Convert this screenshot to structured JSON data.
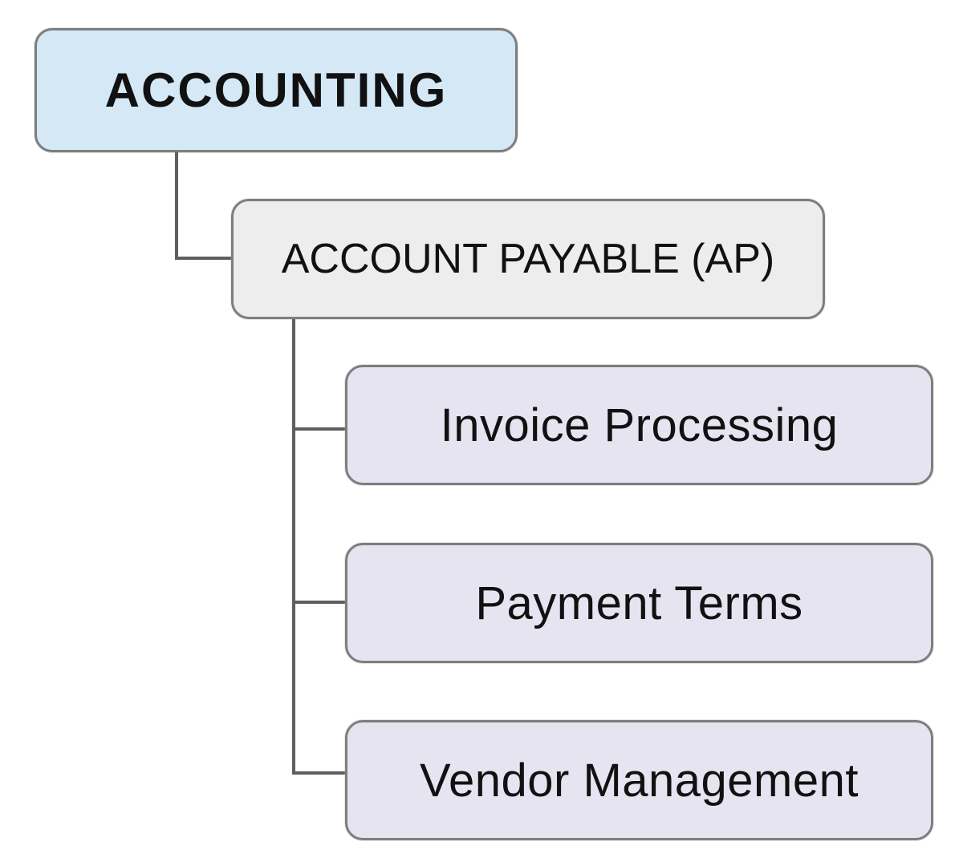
{
  "diagram": {
    "type": "hierarchy",
    "title": "ACCOUNTING",
    "nodes": [
      {
        "id": "accounting",
        "label": "ACCOUNTING",
        "level": 1,
        "parent": null,
        "fill": "#d4e8f6",
        "emphasis": "bold"
      },
      {
        "id": "account-payable",
        "label": "ACCOUNT PAYABLE (AP)",
        "level": 2,
        "parent": "accounting",
        "fill": "#ededed",
        "emphasis": "regular"
      },
      {
        "id": "invoice-processing",
        "label": "Invoice Processing",
        "level": 3,
        "parent": "account-payable",
        "fill": "#e7e4f1",
        "emphasis": "regular"
      },
      {
        "id": "payment-terms",
        "label": "Payment Terms",
        "level": 3,
        "parent": "account-payable",
        "fill": "#e7e4f1",
        "emphasis": "regular"
      },
      {
        "id": "vendor-management",
        "label": "Vendor Management",
        "level": 3,
        "parent": "account-payable",
        "fill": "#e7e4f1",
        "emphasis": "regular"
      }
    ],
    "colors": {
      "border": "#7e7e7e",
      "connector": "#5f5f5f",
      "text": "#111111",
      "background": "#ffffff"
    }
  }
}
